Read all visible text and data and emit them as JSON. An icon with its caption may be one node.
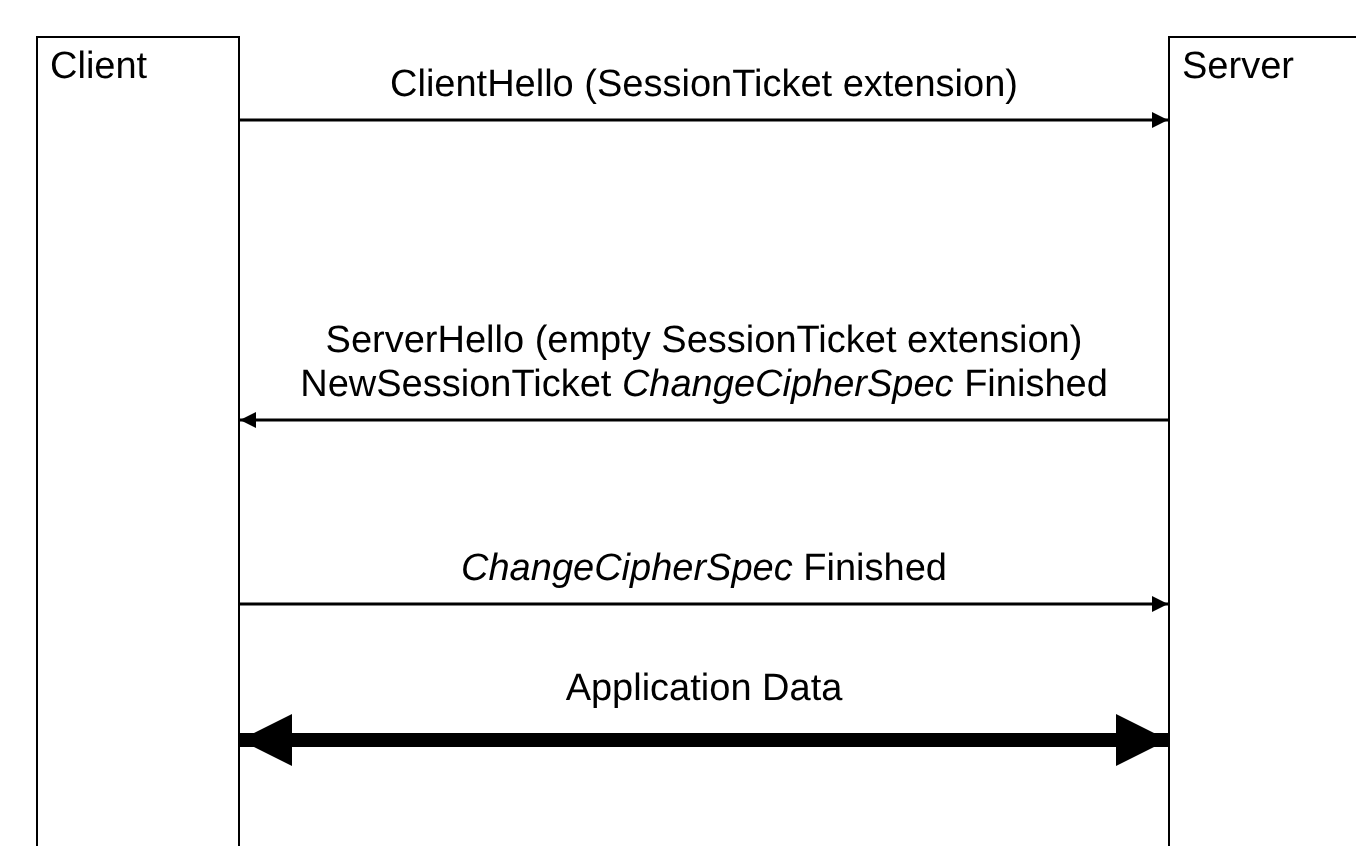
{
  "diagram": {
    "nodes": [
      {
        "text": [
          "Client"
        ]
      },
      {
        "text": [
          "Server"
        ]
      }
    ],
    "edges": [
      {
        "from": 0,
        "to": 1,
        "arrow": "to",
        "label": "ClientHello (SessionTicket extension)"
      },
      {
        "from": 1,
        "to": 0,
        "arrow": "to",
        "label": "ServerHello (empty SessionTicket extension) NewSessionTicket *ChangeCipherSpec* Finished"
      },
      {
        "from": 0,
        "to": 1,
        "arrow": "to",
        "label": "*ChangeCipherSpec* Finished"
      },
      {
        "from": 0,
        "to": 1,
        "arrow": "both",
        "label": "Application Data",
        "style": "thick"
      }
    ]
  }
}
